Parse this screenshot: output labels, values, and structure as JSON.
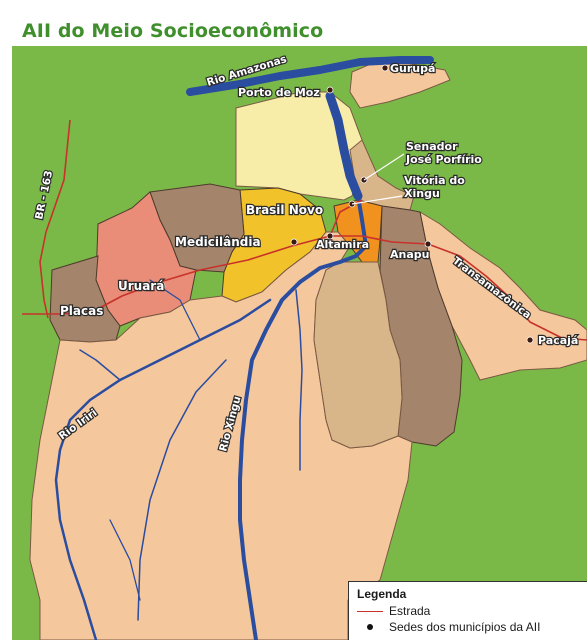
{
  "title": "AII do Meio Socioeconômico",
  "colors": {
    "background": "#7ab948",
    "river": "#2a4da0",
    "road": "#c8322a",
    "altamira": "#f2921e",
    "brasil_novo": "#f1c22a",
    "senador_jose_porfirio": "#f7eca8",
    "uruara": "#e98d78",
    "brown_municipality": "#a4856c",
    "tan_municipality": "#d9b58a",
    "light_municipality": "#f5c79c"
  },
  "map": {
    "places": {
      "gurupa": "Gurupá",
      "porto_de_moz": "Porto de Moz",
      "senador": "Senador\nJosé Porfírio",
      "vitoria": "Vitória do\nXingu",
      "brasil_novo": "Brasil Novo",
      "medicilandia": "Medicilândia",
      "altamira": "Altamira",
      "anapu": "Anapu",
      "uruara": "Uruará",
      "placas": "Placas",
      "pacaja": "Pacajá"
    },
    "rivers": {
      "amazonas": "Rio Amazonas",
      "iriri": "Rio Iriri",
      "xingu": "Rio Xingu"
    },
    "roads": {
      "br163": "BR - 163",
      "transamazonica": "Transamazônica"
    }
  },
  "legend": {
    "title": "Legenda",
    "road": "Estrada",
    "seats": "Sedes dos municípios da AII"
  }
}
